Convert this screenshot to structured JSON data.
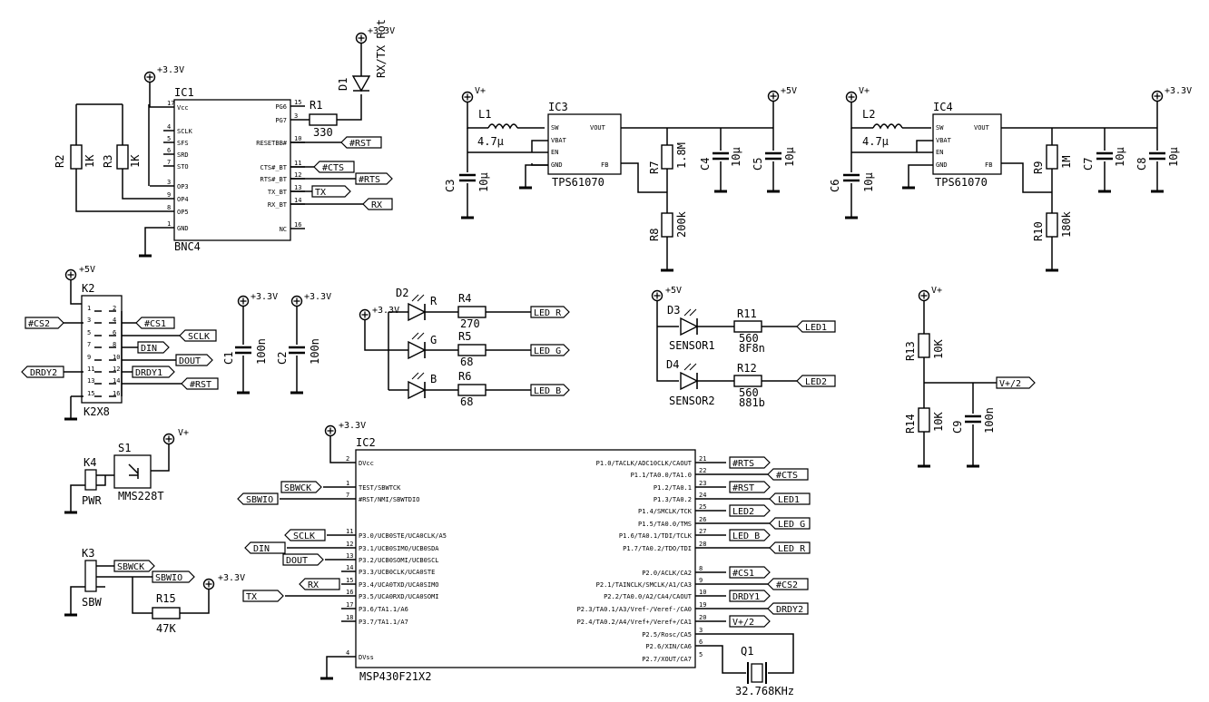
{
  "power": {
    "p3v3": "+3.3V",
    "p5v": "+5V",
    "vplus": "V+"
  },
  "ic1": {
    "ref": "IC1",
    "name": "BNC4",
    "left_pins": [
      "Vcc",
      "SCLK",
      "SFS",
      "SRD",
      "STO",
      "OP3",
      "OP4",
      "OP5",
      "GND"
    ],
    "left_nums": [
      "17",
      "4",
      "5",
      "6",
      "7",
      "3",
      "9",
      "8",
      "1"
    ],
    "right_pins": [
      "PG6",
      "PG7",
      "RESETBB#",
      "CTS#_BT",
      "RTS#_BT",
      "TX_BT",
      "RX_BT",
      "NC"
    ],
    "right_nums": [
      "15",
      "3",
      "10",
      "11",
      "12",
      "13",
      "14",
      "16"
    ]
  },
  "r1": {
    "ref": "R1",
    "value": "330"
  },
  "d1": {
    "ref": "D1",
    "label": "RX/TX Rot"
  },
  "r2": {
    "ref": "R2",
    "value": "1K"
  },
  "r3": {
    "ref": "R3",
    "value": "1K"
  },
  "ic1_nets": [
    "#RST",
    "#CTS",
    "#RTS",
    "TX",
    "RX"
  ],
  "ic3": {
    "ref": "IC3",
    "name": "TPS61070",
    "pins": [
      "SW",
      "VBAT",
      "EN",
      "GND",
      "VOUT",
      "FB"
    ],
    "l": {
      "ref": "L1",
      "value": "4.7µ"
    },
    "c_in": {
      "ref": "C3",
      "value": "10µ"
    },
    "r_top": {
      "ref": "R7",
      "value": "1.8M"
    },
    "r_bot": {
      "ref": "R8",
      "value": "200k"
    },
    "c_out1": {
      "ref": "C4",
      "value": "10µ"
    },
    "c_out2": {
      "ref": "C5",
      "value": "10µ"
    }
  },
  "ic4": {
    "ref": "IC4",
    "name": "TPS61070",
    "pins": [
      "SW",
      "VBAT",
      "EN",
      "GND",
      "VOUT",
      "FB"
    ],
    "l": {
      "ref": "L2",
      "value": "4.7µ"
    },
    "c_in": {
      "ref": "C6",
      "value": "10µ"
    },
    "r_top": {
      "ref": "R9",
      "value": "1M"
    },
    "r_bot": {
      "ref": "R10",
      "value": "180k"
    },
    "c_out1": {
      "ref": "C7",
      "value": "10µ"
    },
    "c_out2": {
      "ref": "C8",
      "value": "10µ"
    }
  },
  "k2": {
    "ref": "K2",
    "name": "K2X8",
    "left_nets": [
      "#CS2",
      "DRDY2"
    ],
    "right_nets": [
      "#CS1",
      "SCLK",
      "DIN",
      "DOUT",
      "DRDY1",
      "#RST"
    ]
  },
  "c1": {
    "ref": "C1",
    "value": "100n"
  },
  "c2": {
    "ref": "C2",
    "value": "100n"
  },
  "rgb": {
    "leds": [
      "D2",
      "R",
      "G",
      "B"
    ],
    "resistors": [
      {
        "ref": "R4",
        "value": "270",
        "net": "LED_R"
      },
      {
        "ref": "R5",
        "value": "68",
        "net": "LED_G"
      },
      {
        "ref": "R6",
        "value": "68",
        "net": "LED_B"
      }
    ]
  },
  "sensors": {
    "s1": {
      "d": "D3",
      "name": "SENSOR1",
      "r": "R11",
      "value": "560",
      "code": "8F8n",
      "net": "LED1"
    },
    "s2": {
      "d": "D4",
      "name": "SENSOR2",
      "r": "R12",
      "value": "560",
      "code": "881b",
      "net": "LED2"
    }
  },
  "divider": {
    "r_top": {
      "ref": "R13",
      "value": "10K"
    },
    "r_bot": {
      "ref": "R14",
      "value": "10K"
    },
    "cap": {
      "ref": "C9",
      "value": "100n"
    },
    "net": "V+/2"
  },
  "s1": {
    "ref": "S1",
    "name": "MMS228T",
    "k": "K4",
    "k_name": "PWR"
  },
  "k3": {
    "ref": "K3",
    "name": "SBW",
    "nets": [
      "SBWCK",
      "SBWIO"
    ]
  },
  "r15": {
    "ref": "R15",
    "value": "47K"
  },
  "ic2": {
    "ref": "IC2",
    "name": "MSP430F21X2",
    "left": [
      {
        "num": "2",
        "pin": "DVcc",
        "net": ""
      },
      {
        "num": "1",
        "pin": "TEST/SBWTCK",
        "net": "SBWCK"
      },
      {
        "num": "7",
        "pin": "#RST/NMI/SBWTDIO",
        "net": "SBWIO"
      },
      {
        "num": "11",
        "pin": "P3.0/UCB0STE/UCA0CLK/A5",
        "net": "SCLK"
      },
      {
        "num": "12",
        "pin": "P3.1/UCB0SIMO/UCB0SDA",
        "net": "DIN"
      },
      {
        "num": "13",
        "pin": "P3.2/UCB0SOMI/UCB0SCL",
        "net": "DOUT"
      },
      {
        "num": "14",
        "pin": "P3.3/UCB0CLK/UCA0STE",
        "net": ""
      },
      {
        "num": "15",
        "pin": "P3.4/UCA0TXD/UCA0SIMO",
        "net": "RX"
      },
      {
        "num": "16",
        "pin": "P3.5/UCA0RXD/UCA0SOMI",
        "net": "TX"
      },
      {
        "num": "17",
        "pin": "P3.6/TA1.1/A6",
        "net": ""
      },
      {
        "num": "18",
        "pin": "P3.7/TA1.1/A7",
        "net": ""
      },
      {
        "num": "4",
        "pin": "DVss",
        "net": ""
      }
    ],
    "right": [
      {
        "num": "21",
        "pin": "P1.0/TACLK/ADC10CLK/CAOUT",
        "net": "#RTS"
      },
      {
        "num": "22",
        "pin": "P1.1/TA0.0/TA1.0",
        "net": "#CTS"
      },
      {
        "num": "23",
        "pin": "P1.2/TA0.1",
        "net": "#RST"
      },
      {
        "num": "24",
        "pin": "P1.3/TA0.2",
        "net": "LED1"
      },
      {
        "num": "25",
        "pin": "P1.4/SMCLK/TCK",
        "net": "LED2"
      },
      {
        "num": "26",
        "pin": "P1.5/TA0.0/TMS",
        "net": "LED_G"
      },
      {
        "num": "27",
        "pin": "P1.6/TA0.1/TDI/TCLK",
        "net": "LED_B"
      },
      {
        "num": "28",
        "pin": "P1.7/TA0.2/TDO/TDI",
        "net": "LED_R"
      },
      {
        "num": "8",
        "pin": "P2.0/ACLK/CA2",
        "net": "#CS1"
      },
      {
        "num": "9",
        "pin": "P2.1/TAINCLK/SMCLK/A1/CA3",
        "net": "#CS2"
      },
      {
        "num": "10",
        "pin": "P2.2/TA0.0/A2/CA4/CAOUT",
        "net": "DRDY1"
      },
      {
        "num": "19",
        "pin": "P2.3/TA0.1/A3/Vref-/Veref-/CA0",
        "net": "DRDY2"
      },
      {
        "num": "20",
        "pin": "P2.4/TA0.2/A4/Vref+/Veref+/CA1",
        "net": "V+/2"
      },
      {
        "num": "3",
        "pin": "P2.5/Rosc/CA5",
        "net": ""
      },
      {
        "num": "6",
        "pin": "P2.6/XIN/CA6",
        "net": ""
      },
      {
        "num": "5",
        "pin": "P2.7/XOUT/CA7",
        "net": ""
      }
    ]
  },
  "q1": {
    "ref": "Q1",
    "value": "32.768KHz"
  }
}
